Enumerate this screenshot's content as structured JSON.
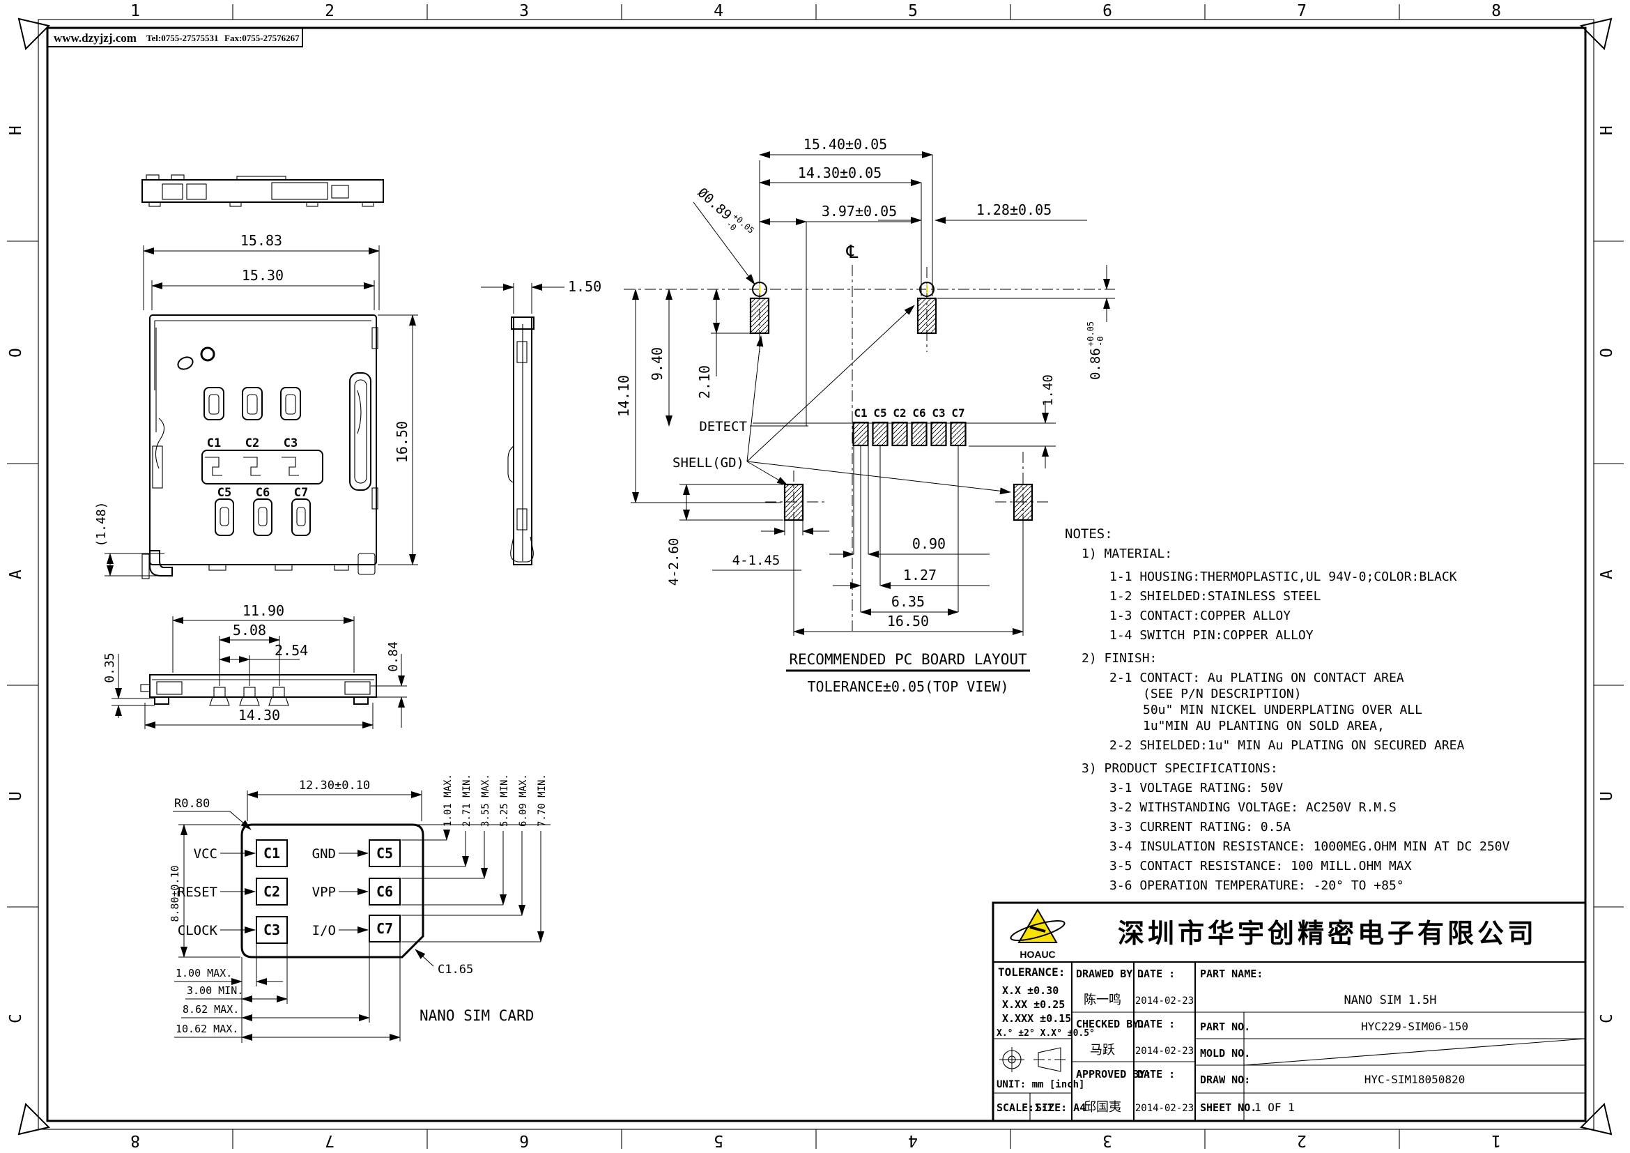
{
  "colors": {
    "accent_yellow": "#f8e300",
    "line": "#000000",
    "paper": "#ffffff"
  },
  "header": {
    "website": "www.dzyjzj.com",
    "tel": "Tel:0755-27575531",
    "fax": "Fax:0755-27576267"
  },
  "border": {
    "top": [
      "1",
      "2",
      "3",
      "4",
      "5",
      "6",
      "7",
      "8"
    ],
    "bottom": [
      "8",
      "7",
      "6",
      "5",
      "4",
      "3",
      "2",
      "1"
    ],
    "left": [
      "H",
      "O",
      "A",
      "U",
      "C"
    ],
    "right": [
      "H",
      "O",
      "A",
      "U",
      "C"
    ]
  },
  "top_view": {
    "dim_outer": "15.83",
    "dim_inner": "15.30",
    "dim_height": "16.50",
    "dim_ref": "(1.48)",
    "c1": "C1",
    "c2": "C2",
    "c3": "C3",
    "c5": "C5",
    "c6": "C6",
    "c7": "C7"
  },
  "side_view": {
    "dim_thickness": "1.50"
  },
  "front_view": {
    "dim_top": "11.90",
    "dim_mid": "5.08",
    "dim_pitch": "2.54",
    "dim_left": "0.35",
    "dim_right": "0.84",
    "dim_bottom": "14.30"
  },
  "pcb": {
    "title": "RECOMMENDED PC BOARD LAYOUT",
    "subtitle": "TOLERANCE±0.05(TOP VIEW)",
    "pads": [
      "C1",
      "C5",
      "C2",
      "C6",
      "C3",
      "C7"
    ],
    "detect": "DETECT",
    "shell": "SHELL(GD)",
    "centerline": "℄",
    "dim_w1": "15.40±0.05",
    "dim_w2": "14.30±0.05",
    "dim_w3": "3.97±0.05",
    "dim_w4": "1.28±0.05",
    "hole": "Ø0.89",
    "hole_plus": "+0.05",
    "hole_minus": "-0",
    "edge": "0.86",
    "edge_plus": "+0.05",
    "edge_minus": "-0",
    "dim_h1": "14.10",
    "dim_h2": "9.40",
    "dim_h3": "2.10",
    "dim_pad_h": "1.40",
    "dim_mount_h": "4-2.60",
    "dim_mount_w": "4-1.45",
    "dim_s1": "0.90",
    "dim_s2": "1.27",
    "dim_s3": "6.35",
    "dim_s4": "16.50"
  },
  "sim": {
    "title": "NANO SIM CARD",
    "dim_width": "12.30±0.10",
    "dim_height": "8.80±0.10",
    "radius": "R0.80",
    "chamfer": "C1.65",
    "vcc": "VCC",
    "reset": "RESET",
    "clock": "CLOCK",
    "gnd": "GND",
    "vpp": "VPP",
    "io": "I/O",
    "c1": "C1",
    "c2": "C2",
    "c3": "C3",
    "c5": "C5",
    "c6": "C6",
    "c7": "C7",
    "right_dims": [
      "1.01 MAX.",
      "2.71 MIN.",
      "3.55 MAX.",
      "5.25 MIN.",
      "6.09 MAX.",
      "7.70 MIN."
    ],
    "bottom_dims": [
      "1.00 MAX.",
      "3.00 MIN.",
      "8.62 MAX.",
      "10.62 MAX."
    ]
  },
  "notes": {
    "heading": "NOTES:",
    "n1": "1) MATERIAL:",
    "n1_1": "1-1  HOUSING:THERMOPLASTIC,UL  94V-0;COLOR:BLACK",
    "n1_2": "1-2  SHIELDED:STAINLESS  STEEL",
    "n1_3": "1-3  CONTACT:COPPER  ALLOY",
    "n1_4": "1-4  SWITCH  PIN:COPPER  ALLOY",
    "n2": "2) FINISH:",
    "n2_1": "2-1  CONTACT:   Au  PLATING  ON  CONTACT  AREA",
    "n2_1b": "(SEE  P/N  DESCRIPTION)",
    "n2_1c": "50u\"  MIN  NICKEL  UNDERPLATING  OVER  ALL",
    "n2_1d": "1u\"MIN  AU  PLANTING  ON  SOLD  AREA,",
    "n2_2": "2-2  SHIELDED:1u\"  MIN  Au  PLATING  ON  SECURED  AREA",
    "n3": "3) PRODUCT  SPECIFICATIONS:",
    "n3_1": "3-1  VOLTAGE  RATING:  50V",
    "n3_2": "3-2  WITHSTANDING  VOLTAGE:  AC250V  R.M.S",
    "n3_3": "3-3  CURRENT  RATING:  0.5A",
    "n3_4": "3-4  INSULATION  RESISTANCE:  1000MEG.OHM  MIN  AT  DC  250V",
    "n3_5": "3-5  CONTACT  RESISTANCE:  100  MILL.OHM  MAX",
    "n3_6": "3-6  OPERATION  TEMPERATURE:  -20°  TO  +85°"
  },
  "title_block": {
    "logo": "HOAUC",
    "company": "深圳市华宇创精密电子有限公司",
    "tolerance_label": "TOLERANCE:",
    "tol1": "X.X    ±0.30",
    "tol2": "X.XX   ±0.25",
    "tol3": "X.XXX  ±0.15",
    "tol_angle": "X.° ±2°   X.X° ±0.5°",
    "unit": "UNIT:  mm  [inch]",
    "scale": "SCALE:1:1",
    "size": "SIZE:  A4",
    "drawed_label": "DRAWED  BY  :",
    "drawed": "陈一鸣",
    "checked_label": "CHECKED  BY:",
    "checked": "马跃",
    "approved_label": "APPROVED  BY:",
    "approved": "邱国夷",
    "date_label": "DATE  :",
    "date1": "2014-02-23",
    "date2": "2014-02-23",
    "date3": "2014-02-23",
    "part_name_label": "PART  NAME:",
    "part_name": "NANO SIM 1.5H",
    "part_no_label": "PART  NO.",
    "part_no": "HYC229-SIM06-150",
    "mold_label": "MOLD  NO.",
    "draw_label": "DRAW  NO:",
    "draw_no": "HYC-SIM18050820",
    "sheet_label": "SHEET  NO.",
    "sheet": "1 OF 1"
  }
}
